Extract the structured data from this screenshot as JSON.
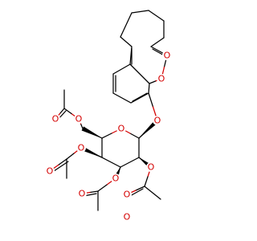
{
  "diagram": {
    "type": "chemical-structure",
    "atom_labels": [
      "O",
      "O",
      "O",
      "O",
      "O",
      "O",
      "O",
      "O",
      "O",
      "O",
      "O",
      "O",
      "O"
    ],
    "colors": {
      "bond": "#000000",
      "oxygen": "#d40000",
      "background": "#ffffff"
    }
  }
}
